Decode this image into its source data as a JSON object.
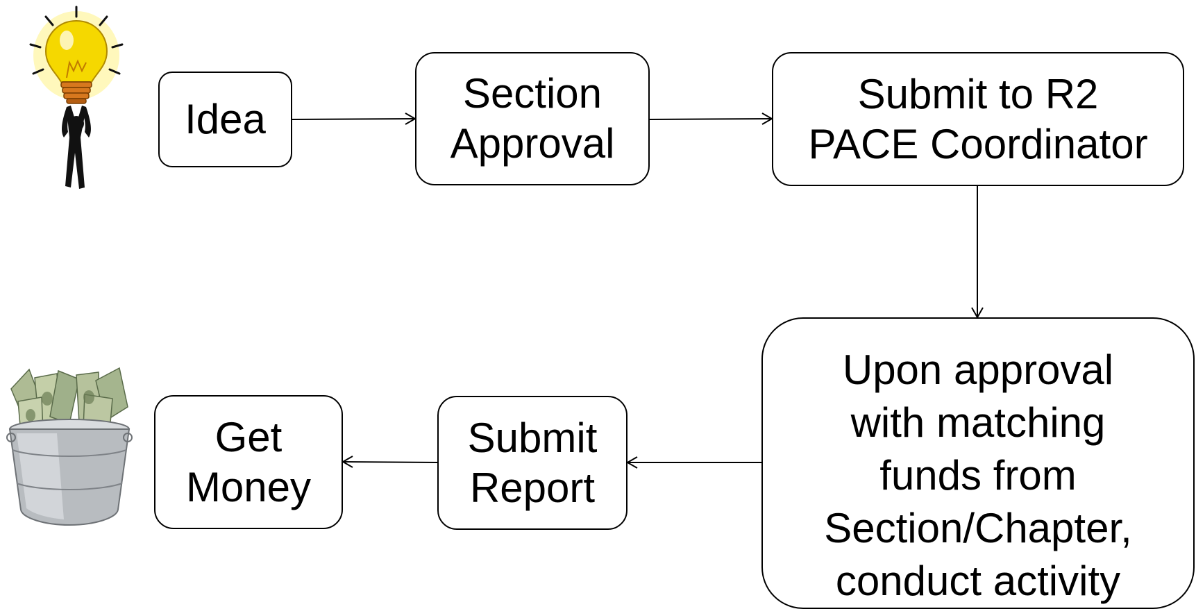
{
  "nodes": {
    "idea": {
      "lines": [
        "Idea"
      ]
    },
    "section_approval": {
      "lines": [
        "Section",
        "Approval"
      ]
    },
    "submit_r2": {
      "lines": [
        "Submit to R2",
        "PACE Coordinator"
      ]
    },
    "upon_approval": {
      "lines": [
        "Upon approval",
        "with matching",
        "funds from",
        "Section/Chapter,",
        "conduct activity"
      ]
    },
    "submit_report": {
      "lines": [
        "Submit",
        "Report"
      ]
    },
    "get_money": {
      "lines": [
        "Get",
        "Money"
      ]
    }
  },
  "edges": [
    {
      "from": "idea",
      "to": "section_approval"
    },
    {
      "from": "section_approval",
      "to": "submit_r2"
    },
    {
      "from": "submit_r2",
      "to": "upon_approval"
    },
    {
      "from": "upon_approval",
      "to": "submit_report"
    },
    {
      "from": "submit_report",
      "to": "get_money"
    }
  ],
  "illustrations": {
    "lightbulb": "lightbulb-person-icon",
    "money_bucket": "money-bucket-icon"
  },
  "colors": {
    "stroke": "#000000",
    "bulb": "#f5d800",
    "bulb_glow": "#fff59a",
    "bucket": "#b8bcc0",
    "money": "#9fb08a"
  }
}
